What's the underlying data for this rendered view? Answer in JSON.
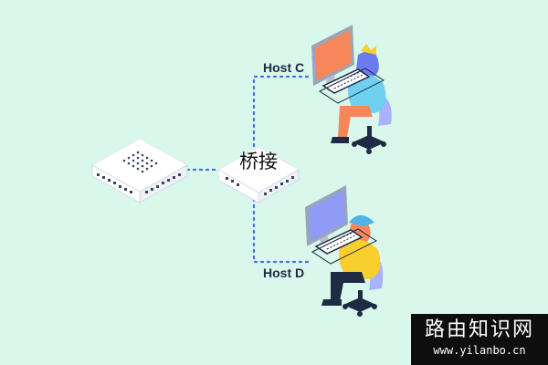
{
  "labels": {
    "bridge": "桥接",
    "host_c": "Host C",
    "host_d": "Host D"
  },
  "watermark": {
    "title": "路由知识网",
    "url": "www.yilanbo.cn"
  },
  "colors": {
    "background": "#d9f7ea",
    "link": "#3f6ee8",
    "monitor_c": "#f5875a",
    "monitor_d": "#8f9bf7",
    "shirt_c": "#6fd0f0",
    "shirt_d": "#f8cf2c",
    "chair": "#a9b2ff",
    "dark": "#1f2a44"
  },
  "icons": [
    "switch-icon",
    "bridge-icon",
    "workstation-icon",
    "person-icon",
    "chair-icon",
    "keyboard-icon"
  ]
}
